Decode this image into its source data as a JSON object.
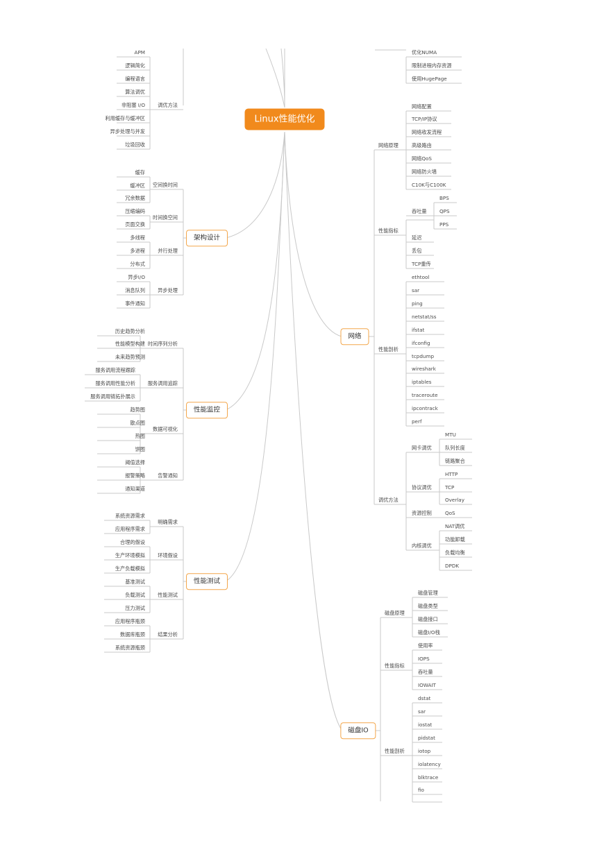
{
  "center": "Linux性能优化",
  "branches": {
    "arch": "架构设计",
    "monitor": "性能监控",
    "test": "性能测试",
    "network": "网络",
    "disk": "磁盘IO"
  },
  "left": {
    "tuning": {
      "label": "调优方法",
      "items": [
        "APM",
        "逻辑简化",
        "编程语言",
        "算法调优",
        "非阻塞 I/O",
        "利用缓存与缓冲区",
        "异步处理与并发",
        "垃圾回收"
      ]
    },
    "arch": {
      "groups": [
        {
          "label": "空间换时间",
          "items": [
            "缓存",
            "缓冲区",
            "冗余数据"
          ]
        },
        {
          "label": "时间换空间",
          "items": [
            "压缩编码",
            "页面交换"
          ]
        },
        {
          "label": "并行处理",
          "items": [
            "多线程",
            "多进程",
            "分布式"
          ]
        },
        {
          "label": "异步处理",
          "items": [
            "异步I/O",
            "消息队列",
            "事件通知"
          ]
        }
      ]
    },
    "monitor": {
      "groups": [
        {
          "label": "时间序列分析",
          "items": [
            "历史趋势分析",
            "性能模型构建",
            "未来趋势预测"
          ]
        },
        {
          "label": "服务调用追踪",
          "items": [
            "服务调用流程跟踪",
            "服务调用性能分析",
            "服务调用链拓扑展示"
          ]
        },
        {
          "label": "数据可视化",
          "items": [
            "趋势图",
            "散点图",
            "热图",
            "饼图"
          ]
        },
        {
          "label": "告警通知",
          "items": [
            "阈值选择",
            "报警策略",
            "通知渠道"
          ]
        }
      ]
    },
    "test": {
      "groups": [
        {
          "label": "明确需求",
          "items": [
            "系统资源需求",
            "应用程序需求"
          ]
        },
        {
          "label": "环境假设",
          "items": [
            "合理的假设",
            "生产环境模拟",
            "生产负载模拟"
          ]
        },
        {
          "label": "性能测试",
          "items": [
            "基准测试",
            "负载测试",
            "压力测试"
          ]
        },
        {
          "label": "结果分析",
          "items": [
            "应用程序瓶颈",
            "数据库瓶颈",
            "系统资源瓶颈"
          ]
        }
      ]
    }
  },
  "right": {
    "memory_tail": [
      "优化NUMA",
      "限制进程内存资源",
      "使用HugePage"
    ],
    "network": {
      "principle": {
        "label": "网络原理",
        "items": [
          "网络配置",
          "TCP/IP协议",
          "网络收发流程",
          "高级路由",
          "网络QoS",
          "网络防火墙",
          "C10K与C100K"
        ]
      },
      "metrics": {
        "label": "性能指标",
        "throughput": {
          "label": "吞吐量",
          "items": [
            "BPS",
            "QPS",
            "PPS"
          ]
        },
        "items": [
          "延迟",
          "丢包",
          "TCP重传"
        ]
      },
      "analysis": {
        "label": "性能剖析",
        "items": [
          "ethtool",
          "sar",
          "ping",
          "netstat/ss",
          "ifstat",
          "ifconfig",
          "tcpdump",
          "wireshark",
          "iptables",
          "traceroute",
          "ipcontrack",
          "perf"
        ]
      },
      "tuning": {
        "label": "调优方法",
        "groups": [
          {
            "label": "网卡调优",
            "items": [
              "MTU",
              "队列长度",
              "链路聚合"
            ]
          },
          {
            "label": "协议调优",
            "items": [
              "HTTP",
              "TCP",
              "Overlay"
            ]
          },
          {
            "label": "资源控制",
            "items": [
              "QoS"
            ]
          },
          {
            "label": "内核调优",
            "items": [
              "NAT调优",
              "功能卸载",
              "负载均衡",
              "DPDK"
            ]
          }
        ]
      }
    },
    "disk": {
      "principle": {
        "label": "磁盘原理",
        "items": [
          "磁盘管理",
          "磁盘类型",
          "磁盘接口",
          "磁盘I/O栈"
        ]
      },
      "metrics": {
        "label": "性能指标",
        "items": [
          "使用率",
          "IOPS",
          "吞吐量",
          "IOWAIT"
        ]
      },
      "analysis": {
        "label": "性能剖析",
        "items": [
          "dstat",
          "sar",
          "iostat",
          "pidstat",
          "iotop",
          "iolatency",
          "blktrace",
          "fio"
        ]
      }
    }
  },
  "colors": {
    "accent": "#f18a1c",
    "branch_border": "#f3a64a",
    "line": "#c9c9c9"
  }
}
